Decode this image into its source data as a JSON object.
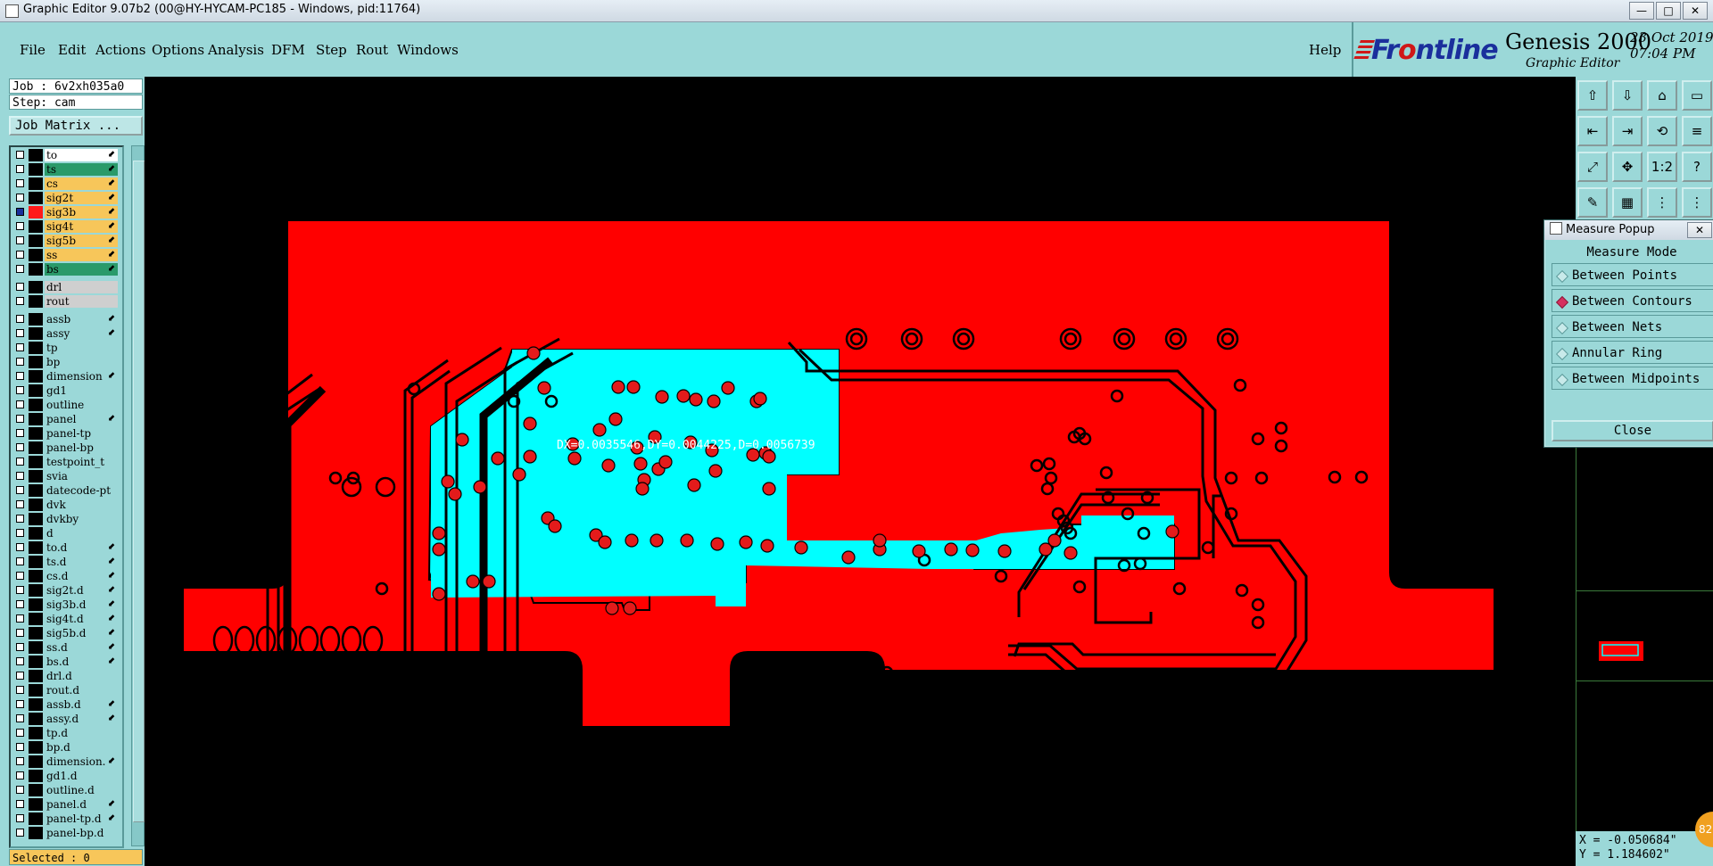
{
  "window": {
    "title": "Graphic Editor 9.07b2 (00@HY-HYCAM-PC185 - Windows, pid:11764)",
    "min_icon": "minimize-icon",
    "max_icon": "maximize-icon",
    "close_icon": "close-icon"
  },
  "menu": {
    "items": [
      {
        "label": "File",
        "mn": "F"
      },
      {
        "label": "Edit",
        "mn": "E"
      },
      {
        "label": "Actions",
        "mn": "A"
      },
      {
        "label": "Options",
        "mn": "O"
      },
      {
        "label": "Analysis",
        "mn": "A"
      },
      {
        "label": "DFM",
        "mn": "D"
      },
      {
        "label": "Step",
        "mn": "S"
      },
      {
        "label": "Rout",
        "mn": "R"
      },
      {
        "label": "Windows",
        "mn": "W"
      }
    ],
    "help": "Help"
  },
  "brand": {
    "logo_text_1": "Fr",
    "logo_text_o": "o",
    "logo_text_2": "ntline",
    "product": "Genesis 2000",
    "subtitle": "Graphic Editor",
    "date": "23 Oct 2019",
    "time": "07:04 PM"
  },
  "left": {
    "job": "Job : 6v2xh035a0",
    "step": "Step: cam",
    "job_matrix": "Job Matrix ...",
    "selected": "Selected : 0"
  },
  "layers": [
    {
      "name": "to",
      "bg": "#ffffff",
      "sw": "#000000",
      "arr": true,
      "checked": false
    },
    {
      "name": "ts",
      "bg": "#2a9a6a",
      "sw": "#000000",
      "arr": true,
      "checked": false
    },
    {
      "name": "cs",
      "bg": "#f7c65a",
      "sw": "#000000",
      "arr": true,
      "checked": false
    },
    {
      "name": "sig2t",
      "bg": "#f7c65a",
      "sw": "#000000",
      "arr": true,
      "checked": false
    },
    {
      "name": "sig3b",
      "bg": "#f7c65a",
      "sw": "#ff1a1a",
      "arr": true,
      "checked": true
    },
    {
      "name": "sig4t",
      "bg": "#f7c65a",
      "sw": "#000000",
      "arr": true,
      "checked": false
    },
    {
      "name": "sig5b",
      "bg": "#f7c65a",
      "sw": "#000000",
      "arr": true,
      "checked": false
    },
    {
      "name": "ss",
      "bg": "#f7c65a",
      "sw": "#000000",
      "arr": true,
      "checked": false
    },
    {
      "name": "bs",
      "bg": "#2a9a6a",
      "sw": "#000000",
      "arr": true,
      "checked": false
    },
    {
      "name": "drl",
      "bg": "#cfcfcf",
      "sw": "#000000",
      "arr": false,
      "checked": false,
      "gap": true
    },
    {
      "name": "rout",
      "bg": "#cfcfcf",
      "sw": "#000000",
      "arr": false,
      "checked": false
    },
    {
      "name": "assb",
      "bg": "#9bd8d8",
      "sw": "#000000",
      "arr": true,
      "checked": false,
      "gap": true
    },
    {
      "name": "assy",
      "bg": "#9bd8d8",
      "sw": "#000000",
      "arr": true,
      "checked": false
    },
    {
      "name": "tp",
      "bg": "#9bd8d8",
      "sw": "#000000",
      "arr": false,
      "checked": false
    },
    {
      "name": "bp",
      "bg": "#9bd8d8",
      "sw": "#000000",
      "arr": false,
      "checked": false
    },
    {
      "name": "dimension",
      "bg": "#9bd8d8",
      "sw": "#000000",
      "arr": true,
      "checked": false
    },
    {
      "name": "gd1",
      "bg": "#9bd8d8",
      "sw": "#000000",
      "arr": false,
      "checked": false
    },
    {
      "name": "outline",
      "bg": "#9bd8d8",
      "sw": "#000000",
      "arr": false,
      "checked": false
    },
    {
      "name": "panel",
      "bg": "#9bd8d8",
      "sw": "#000000",
      "arr": true,
      "checked": false
    },
    {
      "name": "panel-tp",
      "bg": "#9bd8d8",
      "sw": "#000000",
      "arr": false,
      "checked": false
    },
    {
      "name": "panel-bp",
      "bg": "#9bd8d8",
      "sw": "#000000",
      "arr": false,
      "checked": false
    },
    {
      "name": "testpoint_t",
      "bg": "#9bd8d8",
      "sw": "#000000",
      "arr": false,
      "checked": false
    },
    {
      "name": "svia",
      "bg": "#9bd8d8",
      "sw": "#000000",
      "arr": false,
      "checked": false
    },
    {
      "name": "datecode-pt",
      "bg": "#9bd8d8",
      "sw": "#000000",
      "arr": false,
      "checked": false
    },
    {
      "name": "dvk",
      "bg": "#9bd8d8",
      "sw": "#000000",
      "arr": false,
      "checked": false
    },
    {
      "name": "dvkby",
      "bg": "#9bd8d8",
      "sw": "#000000",
      "arr": false,
      "checked": false
    },
    {
      "name": "d",
      "bg": "#9bd8d8",
      "sw": "#000000",
      "arr": false,
      "checked": false
    },
    {
      "name": "to.d",
      "bg": "#9bd8d8",
      "sw": "#000000",
      "arr": true,
      "checked": false
    },
    {
      "name": "ts.d",
      "bg": "#9bd8d8",
      "sw": "#000000",
      "arr": true,
      "checked": false
    },
    {
      "name": "cs.d",
      "bg": "#9bd8d8",
      "sw": "#000000",
      "arr": true,
      "checked": false
    },
    {
      "name": "sig2t.d",
      "bg": "#9bd8d8",
      "sw": "#000000",
      "arr": true,
      "checked": false
    },
    {
      "name": "sig3b.d",
      "bg": "#9bd8d8",
      "sw": "#000000",
      "arr": true,
      "checked": false
    },
    {
      "name": "sig4t.d",
      "bg": "#9bd8d8",
      "sw": "#000000",
      "arr": true,
      "checked": false
    },
    {
      "name": "sig5b.d",
      "bg": "#9bd8d8",
      "sw": "#000000",
      "arr": true,
      "checked": false
    },
    {
      "name": "ss.d",
      "bg": "#9bd8d8",
      "sw": "#000000",
      "arr": true,
      "checked": false
    },
    {
      "name": "bs.d",
      "bg": "#9bd8d8",
      "sw": "#000000",
      "arr": true,
      "checked": false
    },
    {
      "name": "drl.d",
      "bg": "#9bd8d8",
      "sw": "#000000",
      "arr": false,
      "checked": false
    },
    {
      "name": "rout.d",
      "bg": "#9bd8d8",
      "sw": "#000000",
      "arr": false,
      "checked": false
    },
    {
      "name": "assb.d",
      "bg": "#9bd8d8",
      "sw": "#000000",
      "arr": true,
      "checked": false
    },
    {
      "name": "assy.d",
      "bg": "#9bd8d8",
      "sw": "#000000",
      "arr": true,
      "checked": false
    },
    {
      "name": "tp.d",
      "bg": "#9bd8d8",
      "sw": "#000000",
      "arr": false,
      "checked": false
    },
    {
      "name": "bp.d",
      "bg": "#9bd8d8",
      "sw": "#000000",
      "arr": false,
      "checked": false
    },
    {
      "name": "dimension.",
      "bg": "#9bd8d8",
      "sw": "#000000",
      "arr": true,
      "checked": false
    },
    {
      "name": "gd1.d",
      "bg": "#9bd8d8",
      "sw": "#000000",
      "arr": false,
      "checked": false
    },
    {
      "name": "outline.d",
      "bg": "#9bd8d8",
      "sw": "#000000",
      "arr": false,
      "checked": false
    },
    {
      "name": "panel.d",
      "bg": "#9bd8d8",
      "sw": "#000000",
      "arr": true,
      "checked": false
    },
    {
      "name": "panel-tp.d",
      "bg": "#9bd8d8",
      "sw": "#000000",
      "arr": true,
      "checked": false
    },
    {
      "name": "panel-bp.d",
      "bg": "#9bd8d8",
      "sw": "#000000",
      "arr": false,
      "checked": false
    }
  ],
  "canvas": {
    "measure_text": "DX=0.0035546,DY=0.0044225,D=0.0056739",
    "board_color": "#ff0000",
    "highlight_color": "#00ffff",
    "pad_color": "#e31b1b"
  },
  "toolbar": {
    "buttons": [
      "⇧",
      "⇩",
      "⌂",
      "▭",
      "⇤",
      "⇥",
      "⟲",
      "≡",
      "⤢",
      "✥",
      "1:2",
      "?",
      "✎",
      "▦",
      "⋮",
      "⋮"
    ]
  },
  "measure_popup": {
    "title": "Measure Popup",
    "close_x": "✕",
    "header": "Measure Mode",
    "modes": [
      {
        "label": "Between Points",
        "selected": false
      },
      {
        "label": "Between Contours",
        "selected": true
      },
      {
        "label": "Between Nets",
        "selected": false
      },
      {
        "label": "Annular Ring",
        "selected": false
      },
      {
        "label": "Between Midpoints",
        "selected": false
      }
    ],
    "close_button": "Close"
  },
  "coords": {
    "x": "X = -0.050684\"",
    "y": "Y = 1.184602\""
  },
  "badge": "82"
}
